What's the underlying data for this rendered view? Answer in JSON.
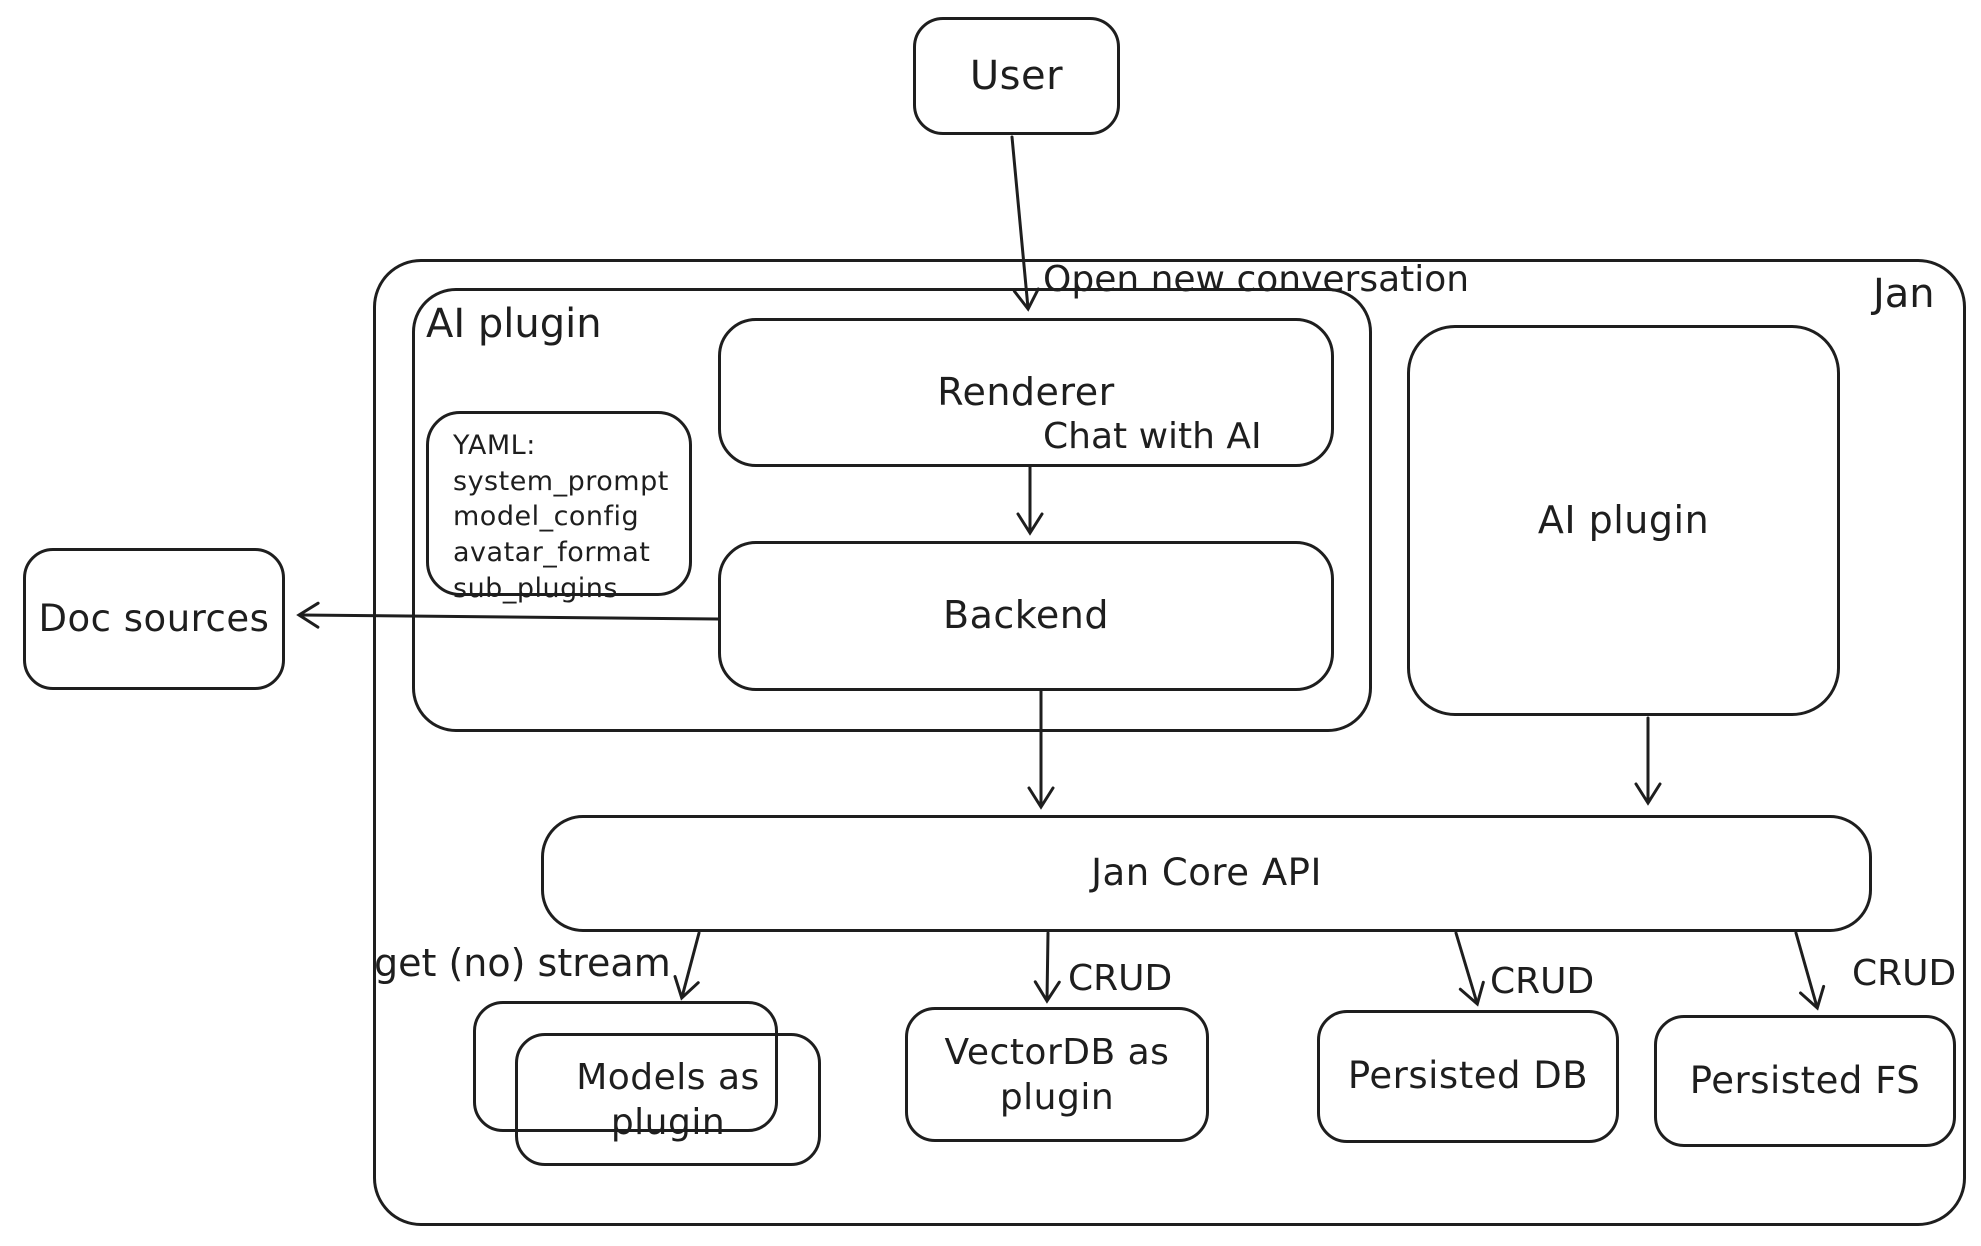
{
  "colors": {
    "background": "#ffffff",
    "stroke": "#1e1e1e",
    "text": "#1e1e1e"
  },
  "nodes": {
    "user": {
      "label": "User"
    },
    "jan": {
      "label": "Jan"
    },
    "ai_plugin_left": {
      "label": "AI plugin"
    },
    "renderer": {
      "label": "Renderer"
    },
    "backend": {
      "label": "Backend"
    },
    "yaml_note": {
      "lines": [
        "YAML:",
        "system_prompt",
        "model_config",
        "avatar_format",
        "sub_plugins"
      ]
    },
    "doc_sources": {
      "label": "Doc sources"
    },
    "ai_plugin_right": {
      "label": "AI plugin"
    },
    "jan_core_api": {
      "label": "Jan Core API"
    },
    "models_as_plugin": {
      "label": "Models as plugin"
    },
    "vectordb_as_plugin": {
      "label": "VectorDB as plugin"
    },
    "persisted_db": {
      "label": "Persisted DB"
    },
    "persisted_fs": {
      "label": "Persisted FS"
    }
  },
  "edges": {
    "user_to_renderer": {
      "label_line1": "Open new conversation",
      "label_line2": "Chat with AI"
    },
    "api_to_models": {
      "label": "get (no) stream"
    },
    "api_to_vectordb": {
      "label": "CRUD"
    },
    "api_to_persisted_db": {
      "label": "CRUD"
    },
    "api_to_persisted_fs": {
      "label": "CRUD"
    }
  }
}
